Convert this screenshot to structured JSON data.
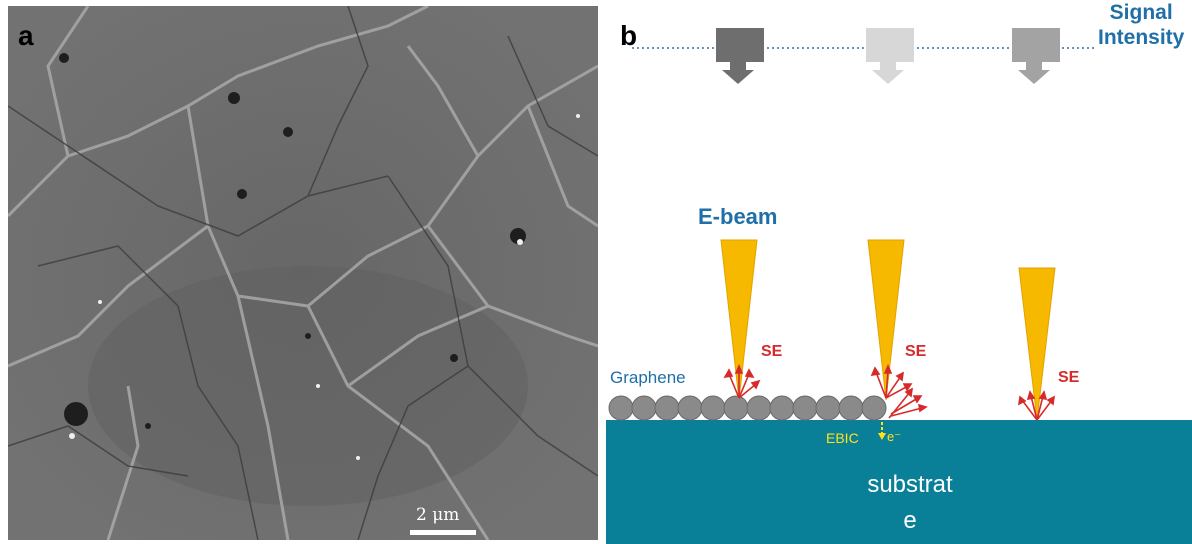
{
  "panel_a": {
    "letter": "a",
    "scale_bar_label": "2 μm"
  },
  "panel_b": {
    "letter": "b",
    "signal_intensity_line1": "Signal",
    "signal_intensity_line2": "Intensity",
    "ebeam_label": "E-beam",
    "graphene_label": "Graphene",
    "se_labels": [
      "SE",
      "SE",
      "SE"
    ],
    "ebic_label": "EBIC",
    "electron_label": "e⁻",
    "substrate_line1": "substrat",
    "substrate_line2": "e",
    "colors": {
      "substrate": "#0a8098",
      "beam": "#f7b800",
      "se_arrows": "#d62b2b",
      "ebic": "#ffe21c",
      "graphene": "#888888",
      "text_blue": "#1f6fa8"
    }
  }
}
